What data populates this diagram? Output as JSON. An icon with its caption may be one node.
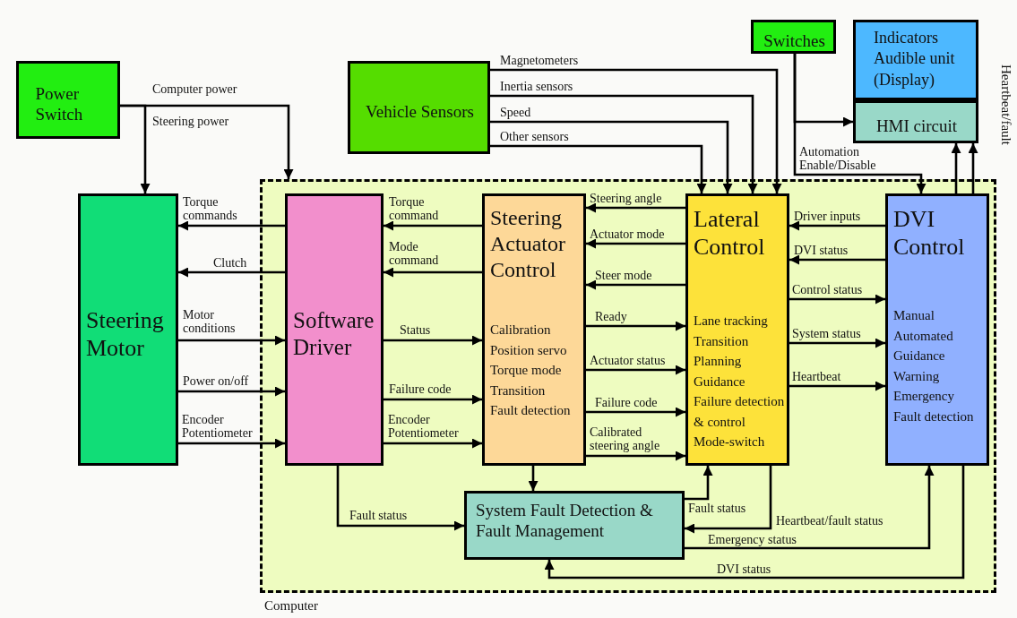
{
  "diagram": {
    "nodes": [
      {
        "text": [
          "Power Switch"
        ]
      },
      {
        "text": [
          "Vehicle Sensors"
        ]
      },
      {
        "text": [
          "Switches"
        ]
      },
      {
        "text": [
          "Indicators",
          "Audible unit",
          "(Display)"
        ]
      },
      {
        "text": [
          "HMI circuit"
        ]
      },
      {
        "text": [
          "Computer"
        ]
      },
      {
        "text": [
          "Steering Motor"
        ]
      },
      {
        "text": [
          "Software Driver"
        ],
        "in": 5
      },
      {
        "text": [
          "Steering Actuator Control",
          "Calibration",
          "Position servo",
          "Torque mode",
          "Transition",
          "Fault detection"
        ],
        "in": 5
      },
      {
        "text": [
          "Lateral Control",
          "Lane tracking",
          "Transition",
          "Planning",
          "Guidance",
          "Failure detection",
          "& control",
          "Mode-switch"
        ],
        "in": 5
      },
      {
        "text": [
          "DVI Control",
          "Manual",
          "Automated",
          "Guidance",
          "Warning",
          "Emergency",
          "Fault detection"
        ],
        "in": 5
      },
      {
        "text": [
          "System Fault Detection & Fault Management"
        ],
        "in": 5
      }
    ],
    "edges": [
      {
        "from": 0,
        "to": 6,
        "arrow": "to",
        "label": "Steering power"
      },
      {
        "from": 0,
        "to": 5,
        "arrow": "to",
        "label": "Computer power"
      },
      {
        "from": 1,
        "to": 9,
        "arrow": "to",
        "label": "Magnetometers"
      },
      {
        "from": 1,
        "to": 9,
        "arrow": "to",
        "label": "Inertia sensors"
      },
      {
        "from": 1,
        "to": 9,
        "arrow": "to",
        "label": "Speed"
      },
      {
        "from": 1,
        "to": 9,
        "arrow": "to",
        "label": "Other sensors"
      },
      {
        "from": 2,
        "to": 4,
        "arrow": "to"
      },
      {
        "from": 2,
        "to": 10,
        "arrow": "to",
        "label": "Automation Enable/Disable"
      },
      {
        "from": 10,
        "to": 4,
        "arrow": "to"
      },
      {
        "from": 10,
        "to": 4,
        "arrow": "to"
      },
      {
        "from": 7,
        "to": 6,
        "arrow": "to",
        "label": "Torque commands"
      },
      {
        "from": 7,
        "to": 6,
        "arrow": "to",
        "label": "Clutch"
      },
      {
        "from": 6,
        "to": 7,
        "arrow": "to",
        "label": "Motor conditions"
      },
      {
        "from": 6,
        "to": 7,
        "arrow": "to",
        "label": "Power on/off"
      },
      {
        "from": 6,
        "to": 7,
        "arrow": "to",
        "label": "Encoder Potentiometer"
      },
      {
        "from": 8,
        "to": 7,
        "arrow": "to",
        "label": "Torque command"
      },
      {
        "from": 8,
        "to": 7,
        "arrow": "to",
        "label": "Mode command"
      },
      {
        "from": 7,
        "to": 8,
        "arrow": "to",
        "label": "Status"
      },
      {
        "from": 7,
        "to": 8,
        "arrow": "to",
        "label": "Failure code"
      },
      {
        "from": 7,
        "to": 8,
        "arrow": "to",
        "label": "Encoder Potentiometer"
      },
      {
        "from": 9,
        "to": 8,
        "arrow": "to",
        "label": "Steering angle"
      },
      {
        "from": 9,
        "to": 8,
        "arrow": "to",
        "label": "Actuator mode"
      },
      {
        "from": 9,
        "to": 8,
        "arrow": "to",
        "label": "Steer mode"
      },
      {
        "from": 8,
        "to": 9,
        "arrow": "to",
        "label": "Ready"
      },
      {
        "from": 8,
        "to": 9,
        "arrow": "to",
        "label": "Actuator status"
      },
      {
        "from": 8,
        "to": 9,
        "arrow": "to",
        "label": "Failure code"
      },
      {
        "from": 8,
        "to": 9,
        "arrow": "to",
        "label": "Calibrated steering angle"
      },
      {
        "from": 10,
        "to": 9,
        "arrow": "to",
        "label": "Driver inputs"
      },
      {
        "from": 10,
        "to": 9,
        "arrow": "to",
        "label": "DVI status"
      },
      {
        "from": 9,
        "to": 10,
        "arrow": "to",
        "label": "Control status"
      },
      {
        "from": 9,
        "to": 10,
        "arrow": "to",
        "label": "System status"
      },
      {
        "from": 9,
        "to": 10,
        "arrow": "to",
        "label": "Heartbeat"
      },
      {
        "from": 7,
        "to": 11,
        "arrow": "to",
        "label": "Fault status"
      },
      {
        "from": 8,
        "to": 11,
        "arrow": "to"
      },
      {
        "from": 11,
        "to": 9,
        "arrow": "to",
        "label": "Fault status"
      },
      {
        "from": 9,
        "to": 11,
        "arrow": "to",
        "label": "Heartbeat/fault status"
      },
      {
        "from": 11,
        "to": 10,
        "arrow": "to",
        "label": "Emergency status"
      },
      {
        "from": 10,
        "to": 11,
        "arrow": "to",
        "label": "DVI status"
      }
    ],
    "labels": [
      "Heartbeat/fault"
    ]
  }
}
